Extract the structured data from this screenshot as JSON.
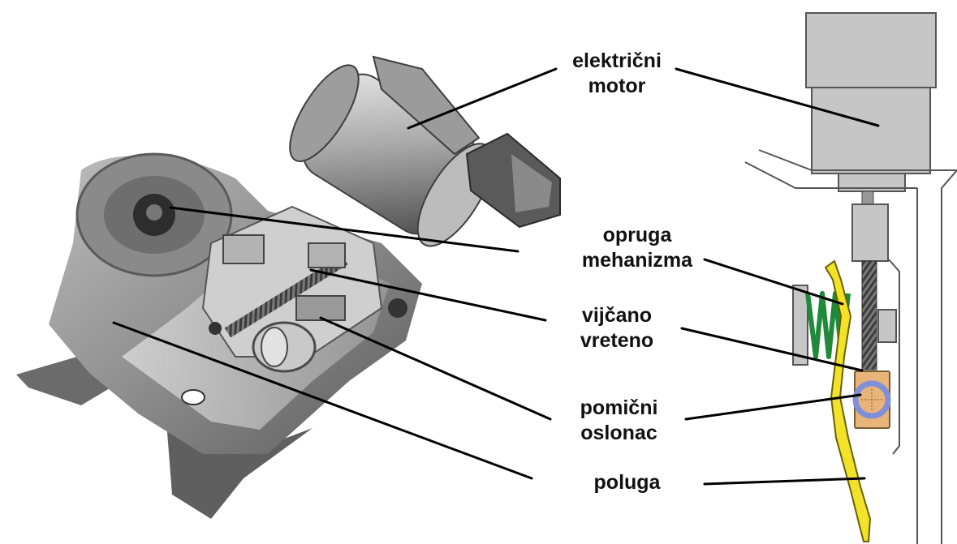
{
  "labels": {
    "motor": {
      "line1": "električni",
      "line2": "motor"
    },
    "spring": {
      "line1": "opruga",
      "line2": "mehanizma"
    },
    "screw": {
      "line1": "vijčano",
      "line2": "vreteno"
    },
    "support": {
      "line1": "pomični",
      "line2": "oslonac"
    },
    "lever": {
      "line1": "poluga"
    }
  },
  "colors": {
    "leader_line": "#000000",
    "spring": "#1e8a3a",
    "lever": "#f2e22a",
    "support_block": "#e8b47a",
    "support_ring": "#7f8fd8",
    "housing_gray": "#c6c6c6",
    "metal_dark": "#555555"
  }
}
